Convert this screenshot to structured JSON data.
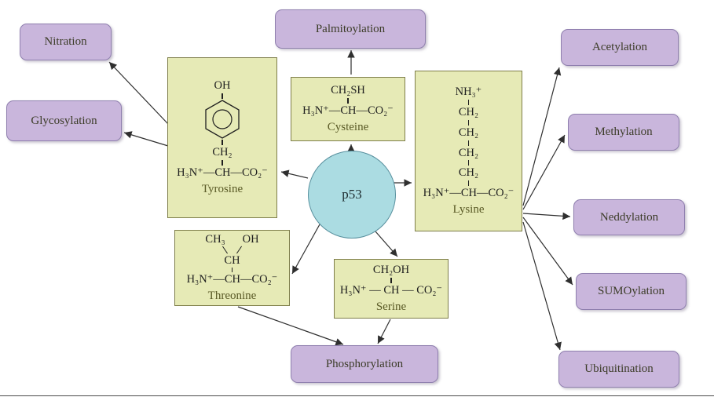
{
  "p53": {
    "label": "p53"
  },
  "modifications": [
    {
      "label": "Nitration"
    },
    {
      "label": "Glycosylation"
    },
    {
      "label": "Palmitoylation"
    },
    {
      "label": "Acetylation"
    },
    {
      "label": "Methylation"
    },
    {
      "label": "Neddylation"
    },
    {
      "label": "SUMOylation"
    },
    {
      "label": "Ubiquitination"
    },
    {
      "label": "Phosphorylation"
    }
  ],
  "amino_acids": {
    "tyrosine": {
      "label": "Tyrosine",
      "hydroxyl": "OH",
      "side_ch2": "CH₂",
      "backbone": "H₃N⁺—CH—CO₂⁻"
    },
    "cysteine": {
      "label": "Cysteine",
      "side": "CH₂SH",
      "backbone": "H₃N⁺—CH—CO₂⁻"
    },
    "lysine": {
      "label": "Lysine",
      "terminal": "NH₃⁺",
      "chain_unit": "CH₂",
      "backbone": "H₃N⁺—CH—CO₂⁻"
    },
    "threonine": {
      "label": "Threonine",
      "methyl": "CH₃",
      "hydroxyl": "OH",
      "ch": "CH",
      "backbone": "H₃N⁺—CH—CO₂⁻"
    },
    "serine": {
      "label": "Serine",
      "side": "CH₂OH",
      "backbone": "H₃N⁺ — CH — CO₂⁻"
    }
  },
  "colors": {
    "mod-fill": "#c9b6dc",
    "mod-border": "#8f7fae",
    "mod-text": "#3c3c28",
    "aa-fill": "#e6eab6",
    "aa-border": "#7e7e4a",
    "aa-text": "#5a5a26",
    "p53-fill": "#abdce2",
    "p53-border": "#58909e",
    "formula-text": "#1f1f1f",
    "arrow": "#2f2f2f"
  }
}
